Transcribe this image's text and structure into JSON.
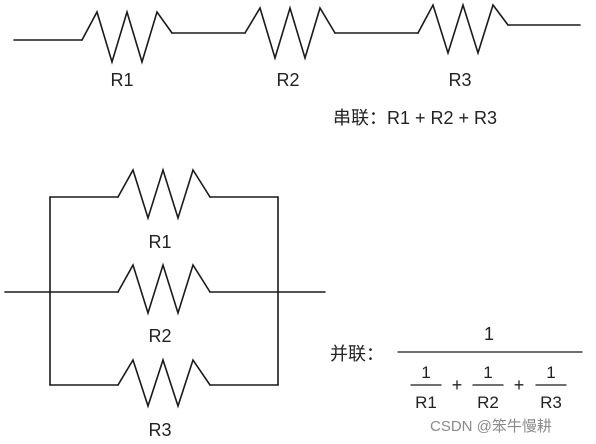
{
  "series_circuit": {
    "resistor_labels": [
      "R1",
      "R2",
      "R3"
    ],
    "formula_label": "串联：",
    "formula": "R1 + R2 + R3"
  },
  "parallel_circuit": {
    "resistor_labels": [
      "R1",
      "R2",
      "R3"
    ],
    "formula_label": "并联：",
    "numerator": "1",
    "terms": [
      {
        "numerator": "1",
        "denominator": "R1"
      },
      {
        "numerator": "1",
        "denominator": "R2"
      },
      {
        "numerator": "1",
        "denominator": "R3"
      }
    ],
    "operators": [
      "+",
      "+"
    ]
  },
  "watermark": "CSDN @笨牛慢耕",
  "colors": {
    "line": "#1a1a1a",
    "text": "#222222",
    "watermark": "#8a8a8a"
  }
}
